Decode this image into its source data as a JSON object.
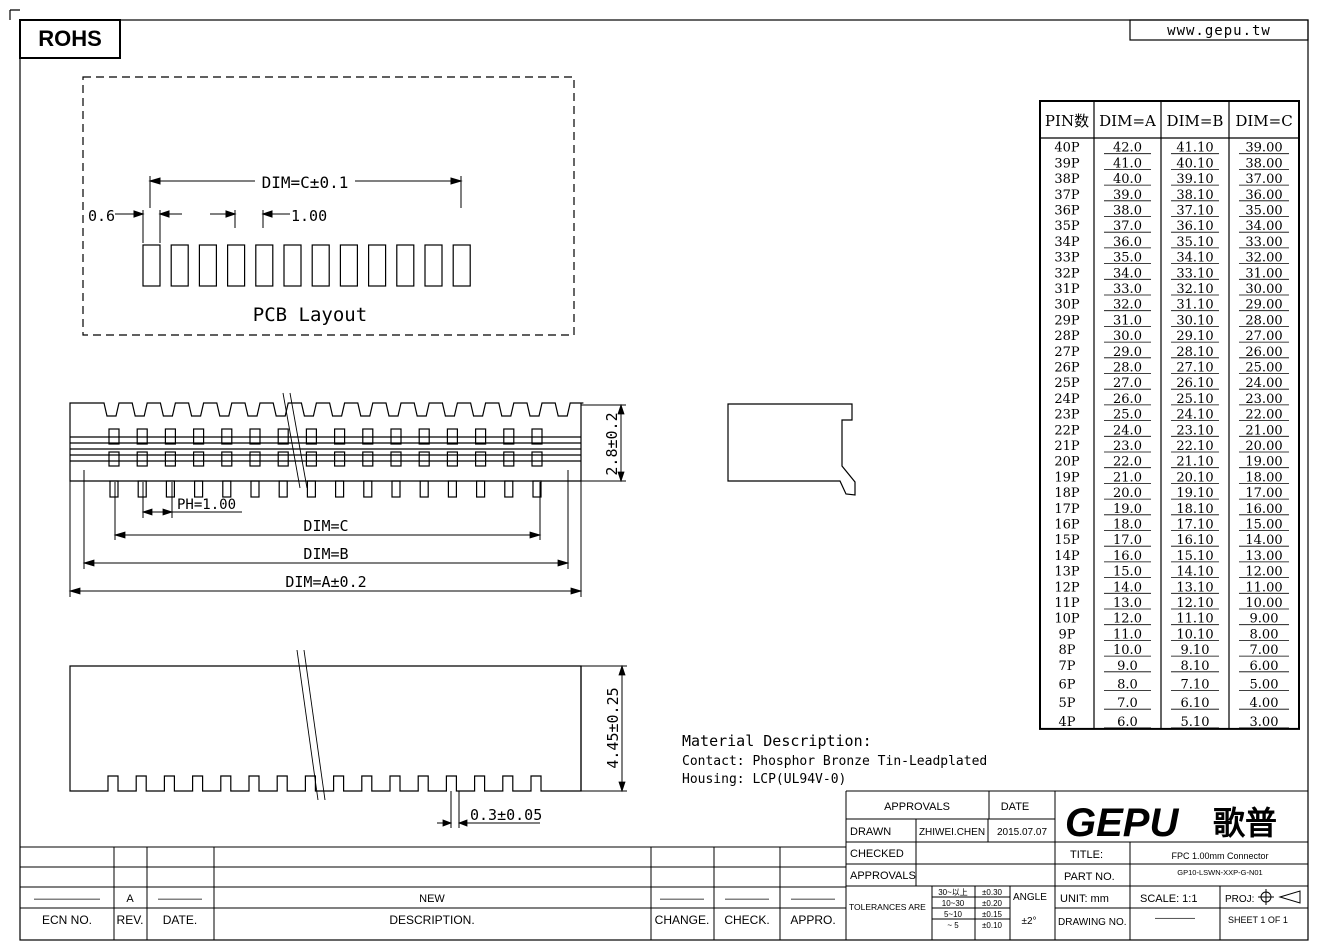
{
  "header": {
    "rohs": "ROHS",
    "website": "www.gepu.tw"
  },
  "pcb_layout": {
    "label": "PCB Layout",
    "dim_c": "DIM=C±0.1",
    "pad_width": "0.6",
    "pitch": "1.00"
  },
  "front_view": {
    "height": "2.8±0.2",
    "pitch": "PH=1.00",
    "dim_c": "DIM=C",
    "dim_b": "DIM=B",
    "dim_a": "DIM=A±0.2"
  },
  "top_view": {
    "height": "4.45±0.25",
    "slot": "0.3±0.05"
  },
  "material": {
    "title": "Material Description:",
    "contact": "Contact: Phosphor Bronze Tin-Leadplated",
    "housing": "Housing: LCP(UL94V-0)"
  },
  "dim_table": {
    "headers": [
      "PIN数",
      "DIM=A",
      "DIM=B",
      "DIM=C"
    ],
    "rows": [
      [
        "40P",
        "42.0",
        "41.10",
        "39.00"
      ],
      [
        "39P",
        "41.0",
        "40.10",
        "38.00"
      ],
      [
        "38P",
        "40.0",
        "39.10",
        "37.00"
      ],
      [
        "37P",
        "39.0",
        "38.10",
        "36.00"
      ],
      [
        "36P",
        "38.0",
        "37.10",
        "35.00"
      ],
      [
        "35P",
        "37.0",
        "36.10",
        "34.00"
      ],
      [
        "34P",
        "36.0",
        "35.10",
        "33.00"
      ],
      [
        "33P",
        "35.0",
        "34.10",
        "32.00"
      ],
      [
        "32P",
        "34.0",
        "33.10",
        "31.00"
      ],
      [
        "31P",
        "33.0",
        "32.10",
        "30.00"
      ],
      [
        "30P",
        "32.0",
        "31.10",
        "29.00"
      ],
      [
        "29P",
        "31.0",
        "30.10",
        "28.00"
      ],
      [
        "28P",
        "30.0",
        "29.10",
        "27.00"
      ],
      [
        "27P",
        "29.0",
        "28.10",
        "26.00"
      ],
      [
        "26P",
        "28.0",
        "27.10",
        "25.00"
      ],
      [
        "25P",
        "27.0",
        "26.10",
        "24.00"
      ],
      [
        "24P",
        "26.0",
        "25.10",
        "23.00"
      ],
      [
        "23P",
        "25.0",
        "24.10",
        "22.00"
      ],
      [
        "22P",
        "24.0",
        "23.10",
        "21.00"
      ],
      [
        "21P",
        "23.0",
        "22.10",
        "20.00"
      ],
      [
        "20P",
        "22.0",
        "21.10",
        "19.00"
      ],
      [
        "19P",
        "21.0",
        "20.10",
        "18.00"
      ],
      [
        "18P",
        "20.0",
        "19.10",
        "17.00"
      ],
      [
        "17P",
        "19.0",
        "18.10",
        "16.00"
      ],
      [
        "16P",
        "18.0",
        "17.10",
        "15.00"
      ],
      [
        "15P",
        "17.0",
        "16.10",
        "14.00"
      ],
      [
        "14P",
        "16.0",
        "15.10",
        "13.00"
      ],
      [
        "13P",
        "15.0",
        "14.10",
        "12.00"
      ],
      [
        "12P",
        "14.0",
        "13.10",
        "11.00"
      ],
      [
        "11P",
        "13.0",
        "12.10",
        "10.00"
      ],
      [
        "10P",
        "12.0",
        "11.10",
        "9.00"
      ],
      [
        "9P",
        "11.0",
        "10.10",
        "8.00"
      ],
      [
        "8P",
        "10.0",
        "9.10",
        "7.00"
      ],
      [
        "7P",
        "9.0",
        "8.10",
        "6.00"
      ],
      [
        "6P",
        "8.0",
        "7.10",
        "5.00"
      ],
      [
        "5P",
        "7.0",
        "6.10",
        "4.00"
      ],
      [
        "4P",
        "6.0",
        "5.10",
        "3.00"
      ]
    ]
  },
  "revision_block": {
    "rev_values": [
      "——————",
      "A",
      "————",
      "NEW",
      "————",
      "————",
      "————"
    ],
    "headers": [
      "ECN NO.",
      "REV.",
      "DATE.",
      "DESCRIPTION.",
      "CHANGE.",
      "CHECK.",
      "APPRO."
    ]
  },
  "title_block": {
    "approvals": "APPROVALS",
    "date_label": "DATE",
    "drawn": "DRAWN",
    "drawn_by": "ZHIWEI.CHEN",
    "drawn_date": "2015.07.07",
    "checked": "CHECKED",
    "approvals2": "APPROVALS",
    "tolerances": "TOLERANCES ARE",
    "tol_ranges": [
      "30~以上",
      "10~30",
      "5~10",
      "~ 5"
    ],
    "tol_values": [
      "±0.30",
      "±0.20",
      "±0.15",
      "±0.10"
    ],
    "angle": "ANGLE",
    "angle_value": "±2°",
    "logo": "GEPU",
    "logo_cn": "歌普",
    "title_label": "TITLE:",
    "title_value": "FPC 1.00mm Connector",
    "part_label": "PART NO.",
    "part_value": "GP10-LSWN-XXP-G-N01",
    "unit": "UNIT: mm",
    "scale": "SCALE: 1:1",
    "proj": "PROJ:",
    "drawing_no": "DRAWING NO.",
    "drawing_no_value": "————",
    "sheet": "SHEET 1 OF 1"
  }
}
